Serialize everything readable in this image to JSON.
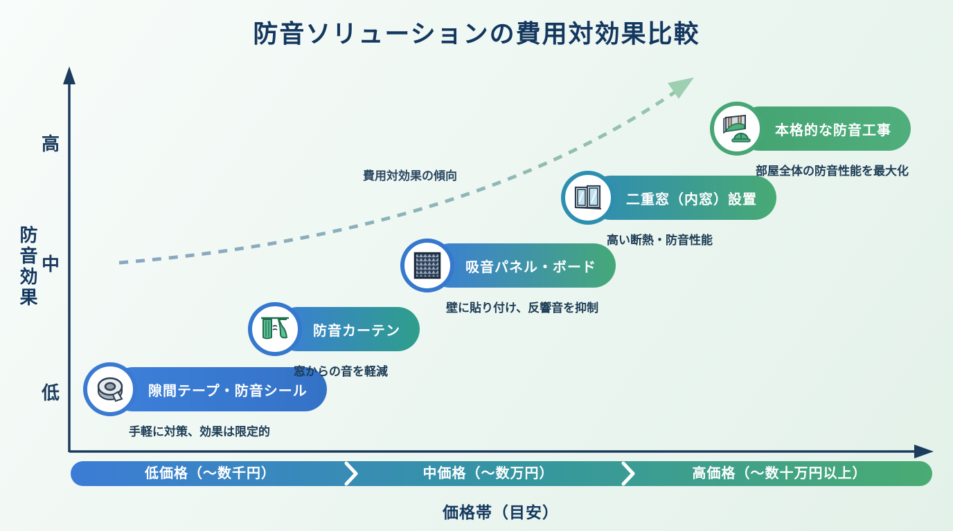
{
  "title": "防音ソリューションの費用対効果比較",
  "y_axis": {
    "label": "防音効果",
    "ticks": [
      "高",
      "中",
      "低"
    ]
  },
  "x_axis": {
    "label": "価格帯（目安）",
    "segments": [
      "低価格（〜数千円）",
      "中価格（〜数万円）",
      "高価格（〜数十万円以上）"
    ]
  },
  "trend": {
    "label": "費用対効果の傾向"
  },
  "solutions": [
    {
      "label": "隙間テープ・防音シール",
      "caption": "手軽に対策、効果は限定的",
      "icon": "tape-icon",
      "effect": "低",
      "price_band": "低価格（〜数千円）"
    },
    {
      "label": "防音カーテン",
      "caption": "窓からの音を軽減",
      "icon": "curtain-icon",
      "effect": "低〜中",
      "price_band": "低価格〜中価格"
    },
    {
      "label": "吸音パネル・ボード",
      "caption": "壁に貼り付け、反響音を抑制",
      "icon": "acoustic-foam-icon",
      "effect": "中",
      "price_band": "中価格（〜数万円）"
    },
    {
      "label": "二重窓（内窓）設置",
      "caption": "高い断熱・防音性能",
      "icon": "double-window-icon",
      "effect": "中〜高",
      "price_band": "中価格〜高価格"
    },
    {
      "label": "本格的な防音工事",
      "caption": "部屋全体の防音性能を最大化",
      "icon": "construction-icon",
      "effect": "高",
      "price_band": "高価格（〜数十万円以上）"
    }
  ],
  "colors": {
    "title_navy": "#14375f",
    "axis_navy": "#1c3c5e",
    "pill_blue": "#3b7ed8",
    "pill_teal": "#2f9e8a",
    "pill_green": "#49a877",
    "trend_arrowhead_green": "#9ecfb2",
    "band_gradient": [
      "#3c7cd6",
      "#3596a0",
      "#4aab73"
    ]
  },
  "chart_data": {
    "type": "scatter",
    "title": "防音ソリューションの費用対効果比較",
    "xlabel": "価格帯（目安）",
    "ylabel": "防音効果",
    "x_categories": [
      "低価格（〜数千円）",
      "中価格（〜数万円）",
      "高価格（〜数十万円以上）"
    ],
    "y_categories": [
      "低",
      "中",
      "高"
    ],
    "legend_position": "none",
    "grid": false,
    "annotation": "費用対効果の傾向",
    "points": [
      {
        "label": "隙間テープ・防音シール",
        "x": "低価格（〜数千円）",
        "y": "低",
        "note": "手軽に対策、効果は限定的"
      },
      {
        "label": "防音カーテン",
        "x": "低価格〜中価格",
        "y": "低〜中",
        "note": "窓からの音を軽減"
      },
      {
        "label": "吸音パネル・ボード",
        "x": "中価格（〜数万円）",
        "y": "中",
        "note": "壁に貼り付け、反響音を抑制"
      },
      {
        "label": "二重窓（内窓）設置",
        "x": "中価格〜高価格",
        "y": "中〜高",
        "note": "高い断熱・防音性能"
      },
      {
        "label": "本格的な防音工事",
        "x": "高価格（〜数十万円以上）",
        "y": "高",
        "note": "部屋全体の防音性能を最大化"
      }
    ]
  }
}
